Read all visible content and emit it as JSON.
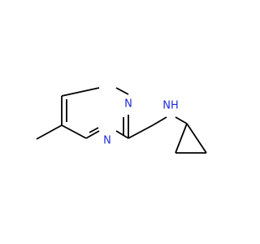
{
  "atoms": {
    "n_ring_top": "N",
    "n_ring_bottom": "N",
    "nh_label": "NH"
  },
  "colors": {
    "bond": "#000000",
    "nitrogen": "#1f2bd6",
    "background": "#ffffff"
  }
}
